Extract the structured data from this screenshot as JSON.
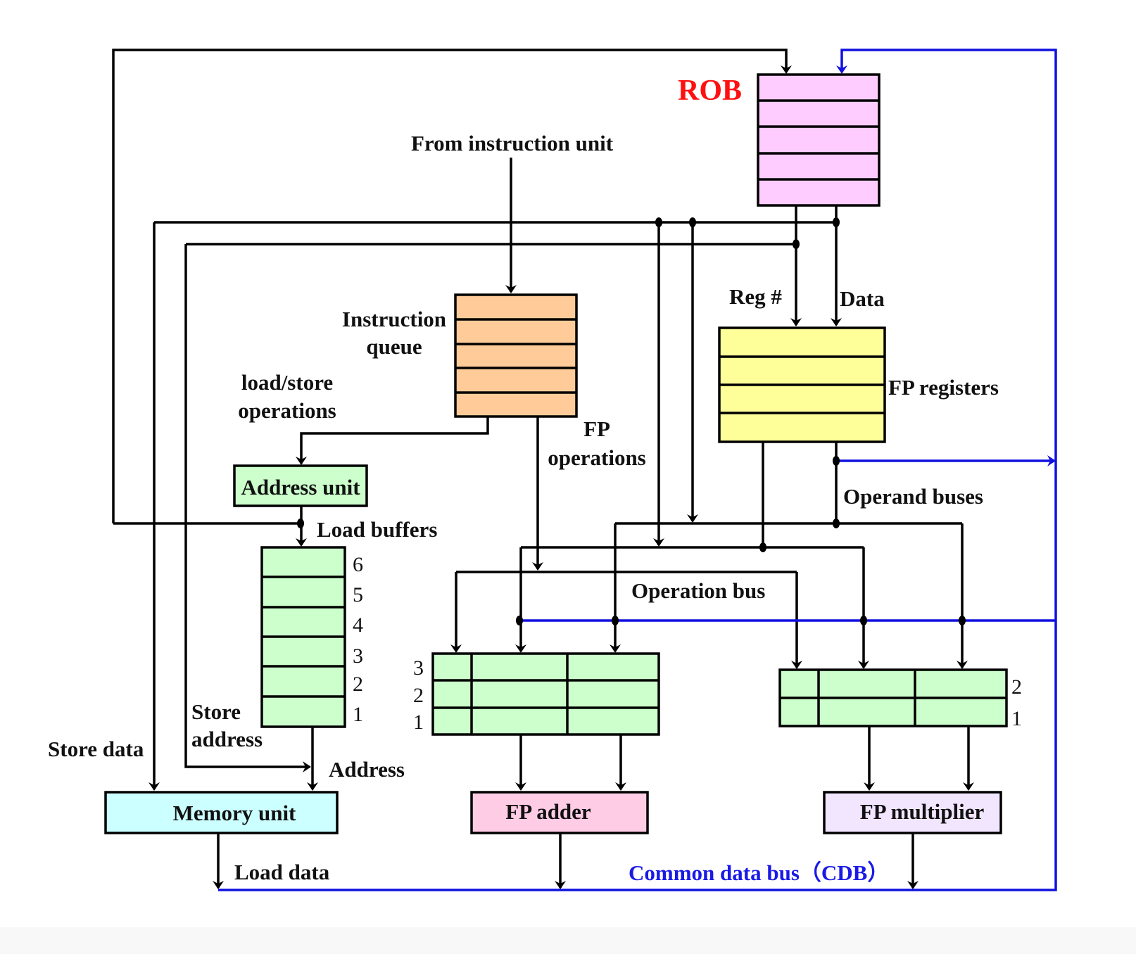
{
  "title_rob": "ROB",
  "labels": {
    "from_instruction_unit": "From instruction unit",
    "instruction_queue_line1": "Instruction",
    "instruction_queue_line2": "queue",
    "load_store_line1": "load/store",
    "load_store_line2": "operations",
    "fp_operations_line1": "FP",
    "fp_operations_line2": "operations",
    "reg_num": "Reg #",
    "data": "Data",
    "fp_registers": "FP registers",
    "operand_buses": "Operand buses",
    "address_unit": "Address unit",
    "load_buffers": "Load buffers",
    "operation_bus": "Operation bus",
    "store_data": "Store data",
    "store_address_line1": "Store",
    "store_address_line2": "address",
    "address": "Address",
    "memory_unit": "Memory unit",
    "fp_adder": "FP adder",
    "fp_multiplier": "FP multiplier",
    "load_data": "Load data",
    "cdb": "Common data bus（CDB）"
  },
  "load_buffer_numbers": [
    "6",
    "5",
    "4",
    "3",
    "2",
    "1"
  ],
  "adder_station_numbers": [
    "3",
    "2",
    "1"
  ],
  "multiplier_station_numbers": [
    "2",
    "1"
  ],
  "colors": {
    "rob": "#ffccff",
    "instruction_queue": "#ffcc99",
    "fp_registers": "#ffff99",
    "green_units": "#ccffcc",
    "memory_unit": "#ccffff",
    "fp_adder": "#ffcce6",
    "fp_multiplier": "#f2e6ff",
    "cdb": "#1010e0",
    "rob_label": "#ff1010"
  }
}
